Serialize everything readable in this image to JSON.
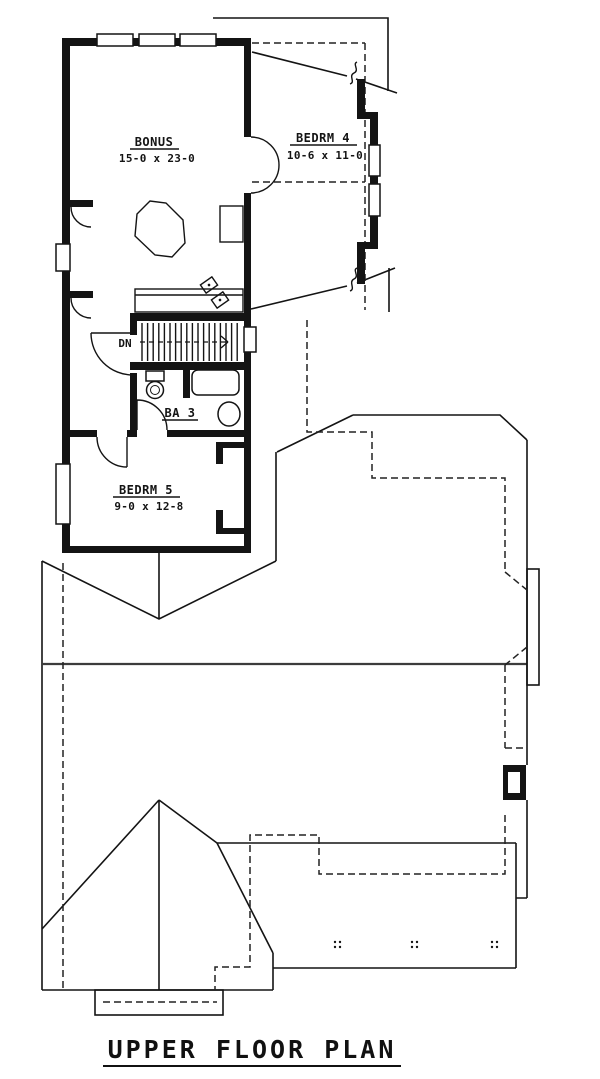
{
  "drawing": {
    "title": "UPPER FLOOR PLAN",
    "stair_label": "DN",
    "rooms": {
      "bonus": {
        "name": "BONUS",
        "dims": "15-0 x 23-0"
      },
      "bedrm4": {
        "name": "BEDRM 4",
        "dims": "10-6 x 11-0"
      },
      "bath3": {
        "name": "BA 3"
      },
      "bedrm5": {
        "name": "BEDRM 5",
        "dims": "9-0 x 12-8"
      }
    },
    "colors": {
      "ink": "#141414",
      "background": "#ffffff",
      "ridge_line": "#3c3c3c"
    }
  }
}
